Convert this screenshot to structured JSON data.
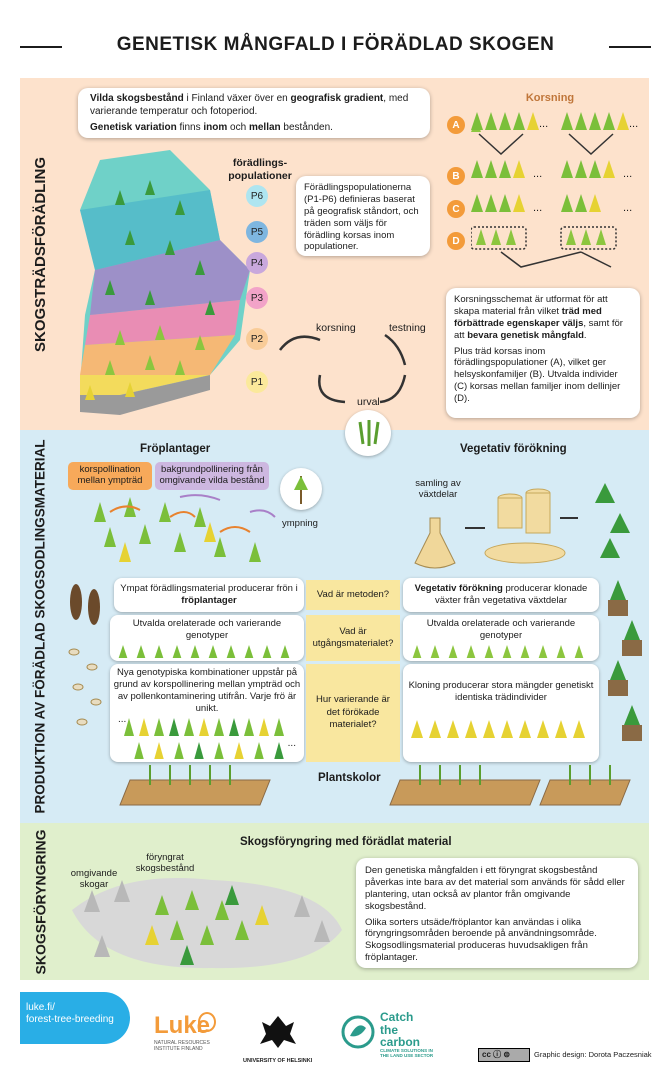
{
  "title": "GENETISK MÅNGFALD I FÖRÄDLAD SKOGEN",
  "colors": {
    "breeding_bg": "#fde2cc",
    "production_bg": "#d6ebf5",
    "regen_bg": "#e0efcc",
    "question_bg": "#f9e79f",
    "accent_orange": "#f39b3a"
  },
  "section1": {
    "label": "SKOGSTRÄDSFÖRÄDLING",
    "intro_p1_a": "Vilda skogsbestånd",
    "intro_p1_b": " i Finland växer över en ",
    "intro_p1_c": "geografisk gradient",
    "intro_p1_d": ", med varierande temperatur och fotoperiod.",
    "intro_p2_a": "Genetisk variation",
    "intro_p2_b": " finns ",
    "intro_p2_c": "inom",
    "intro_p2_d": " och ",
    "intro_p2_e": "mellan",
    "intro_p2_f": " bestånden.",
    "populations_label": "förädlings-\npopulationer",
    "populations": [
      "P6",
      "P5",
      "P4",
      "P3",
      "P2",
      "P1"
    ],
    "pop_text": "Förädlingspopulationerna (P1-P6) definieras baserat på geografisk ståndort, och träden som väljs för förädling korsas inom populationer.",
    "crossing_title": "Korsning",
    "crossing_rows": [
      "A",
      "B",
      "C",
      "D"
    ],
    "ellipsis": "...",
    "cycle": {
      "korsning": "korsning",
      "testning": "testning",
      "urval": "urval"
    },
    "schema_p1_a": "Korsningsschemat är utformat för att skapa material från vilket ",
    "schema_p1_b": "träd med förbättrade egenskaper väljs",
    "schema_p1_c": ", samt för att ",
    "schema_p1_d": "bevara genetisk mångfald",
    "schema_p1_e": ".",
    "schema_p2": "Plus träd korsas inom förädlingspopulationer (A), vilket ger helsyskonfamiljer (B). Utvalda individer (C) korsas mellan familjer inom dellinjer (D)."
  },
  "section2": {
    "label": "PRODUKTION AV FÖRÄDLAD SKOGSODLINGSMATERIAL",
    "seed_orchards": "Fröplantager",
    "vegetative": "Vegetativ förökning",
    "tag_cross": "korspollination mellan ympträd",
    "tag_bg": "bakgrundpollinering från omgivande vilda bestånd",
    "grafting": "ympning",
    "collect": "samling av växtdelar",
    "q1": "Vad är metoden?",
    "q2": "Vad är utgångsmaterialet?",
    "q3": "Hur varierande är det förökade materialet?",
    "left1_a": "Ympat förädlingsmaterial producerar frön i ",
    "left1_b": "fröplantager",
    "right1_a": "Vegetativ förökning",
    "right1_b": " producerar klonade växter från vegetativa växtdelar",
    "left2": "Utvalda orelaterade och varierande genotyper",
    "right2": "Utvalda orelaterade och varierande genotyper",
    "left3": "Nya genotypiska kombinationer uppstår på grund av korspollinering mellan ympträd och av pollenkontaminering utifrån. Varje frö är unikt.",
    "right3": "Kloning producerar stora mängder genetiskt identiska trädindivider",
    "dots": "...",
    "nursery": "Plantskolor"
  },
  "section3": {
    "label": "SKOGSFÖRYNGRING",
    "title": "Skogsföryngring med förädlat material",
    "stand_label": "föryngrat\nskogsbestånd",
    "surround_label": "omgivande\nskogar",
    "p1": "Den genetiska mångfalden i ett föryngrat skogsbestånd påverkas inte bara av det material som används för sådd eller plantering, utan också av plantor från omgivande skogsbestånd.",
    "p2": "Olika sorters utsäde/fröplantor kan användas i olika föryngringsområden beroende på användningsområde. Skogsodlingsmaterial produceras huvudsakligen från fröplantager."
  },
  "footer": {
    "link1": "luke.fi/",
    "link2": "forest-tree-breeding",
    "luke": "Luke",
    "luke_sub": "NATURAL RESOURCES\nINSTITUTE FINLAND",
    "helsinki": "UNIVERSITY OF HELSINKI",
    "ctc1": "Catch",
    "ctc2": "the",
    "ctc3": "carbon",
    "ctc_sub": "CLIMATE SOLUTIONS IN\nTHE LAND USE SECTOR",
    "cc": "cc",
    "credit": "Graphic design: Dorota Paczesniak"
  }
}
